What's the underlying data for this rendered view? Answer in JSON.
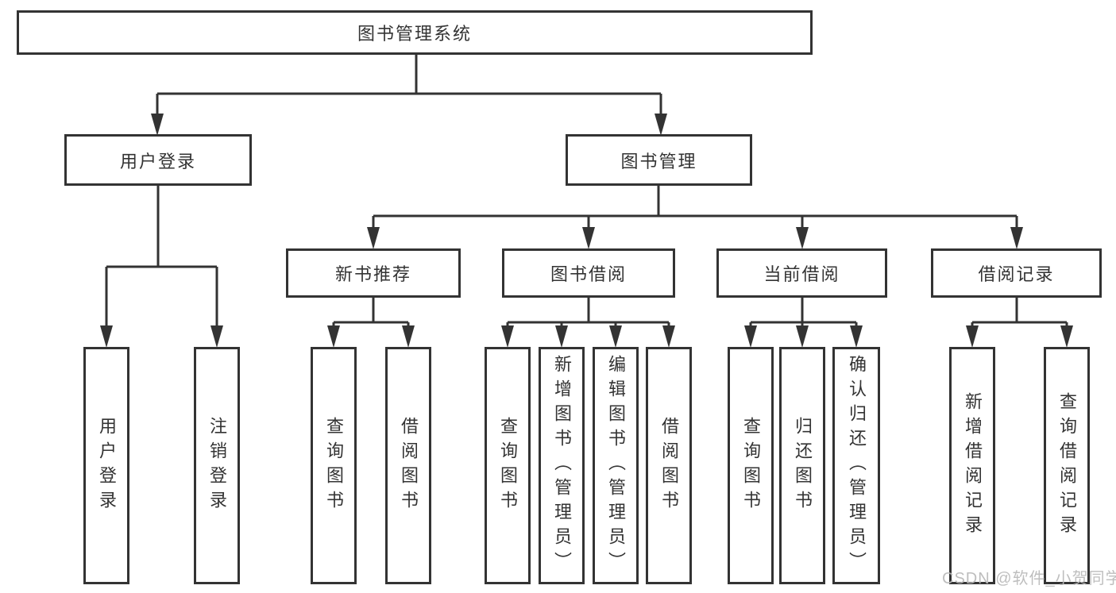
{
  "colors": {
    "line": "#333333",
    "box_border": "#333333",
    "text": "#333333",
    "background": "#ffffff",
    "watermark": "#b9b9b9"
  },
  "diagram": {
    "root": {
      "label": "图书管理系统"
    },
    "level2": [
      {
        "label": "用户登录"
      },
      {
        "label": "图书管理"
      }
    ],
    "level3": [
      {
        "label": "新书推荐"
      },
      {
        "label": "图书借阅"
      },
      {
        "label": "当前借阅"
      },
      {
        "label": "借阅记录"
      }
    ],
    "leaves": [
      {
        "label": "用户登录"
      },
      {
        "label": "注销登录"
      },
      {
        "label": "查询图书"
      },
      {
        "label": "借阅图书"
      },
      {
        "label": "查询图书"
      },
      {
        "label": "新增图书（管理员）"
      },
      {
        "label": "编辑图书（管理员）"
      },
      {
        "label": "借阅图书"
      },
      {
        "label": "查询图书"
      },
      {
        "label": "归还图书"
      },
      {
        "label": "确认归还（管理员）"
      },
      {
        "label": "新增借阅记录"
      },
      {
        "label": "查询借阅记录"
      }
    ]
  },
  "watermark": {
    "text": "CSDN @软件_小贺同学"
  }
}
